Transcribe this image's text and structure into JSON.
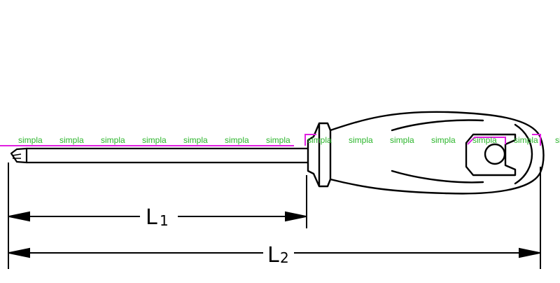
{
  "dimensions": {
    "l1": {
      "main": "L",
      "sub": "1"
    },
    "l2": {
      "main": "L",
      "sub": "2"
    }
  },
  "watermark": {
    "text": "simpla",
    "repeat": 14,
    "color": "#2bb52b",
    "highlight_color": "#e020e0"
  },
  "colors": {
    "line": "#000000",
    "background": "#ffffff"
  }
}
